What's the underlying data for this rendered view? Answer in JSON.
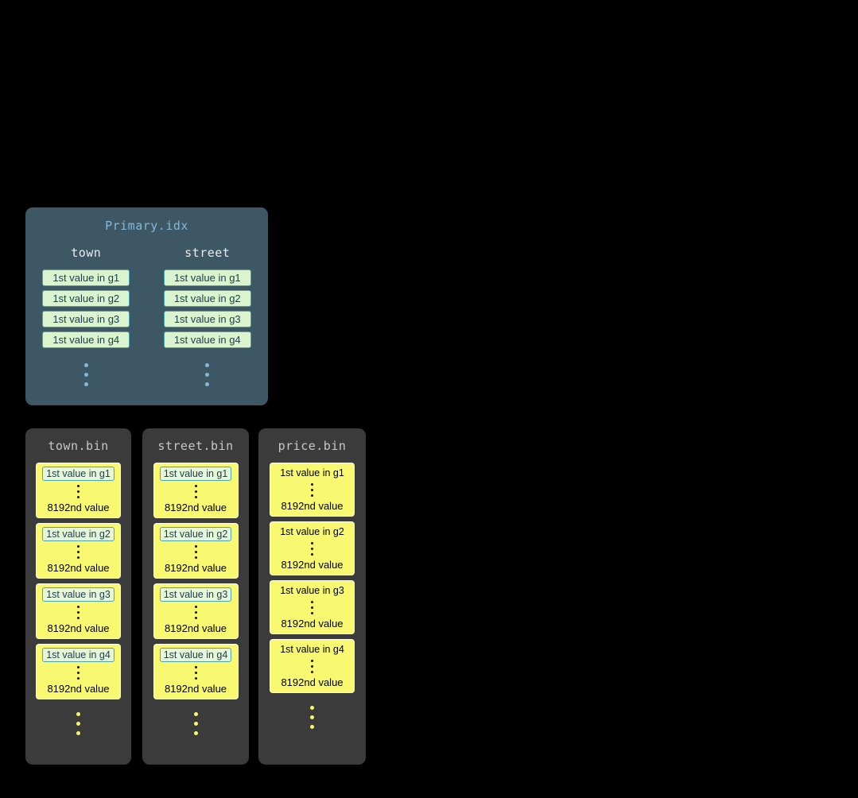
{
  "colors": {
    "background": "#000000",
    "primary_panel_bg": "#3e5765",
    "primary_title": "#85b8d8",
    "column_header": "#e8edf0",
    "green_box_bg": "#d9f4cf",
    "green_box_border": "#4aa3b0",
    "green_box_text": "#1d3b52",
    "highlight_box_bg": "#e6f7d9",
    "bin_panel_bg": "#3b3b3c",
    "bin_title": "#c8c8c8",
    "yellow_block_bg": "#f9f871",
    "primary_dots": "#85b8d8",
    "bin_dots": "#f9f871"
  },
  "primary_index": {
    "title": "Primary.idx",
    "columns": [
      {
        "name": "town",
        "entries": [
          "1st value in g1",
          "1st value in g2",
          "1st value in g3",
          "1st value in g4"
        ]
      },
      {
        "name": "street",
        "entries": [
          "1st value in g1",
          "1st value in g2",
          "1st value in g3",
          "1st value in g4"
        ]
      }
    ]
  },
  "bin_files": [
    {
      "title": "town.bin",
      "granules": [
        {
          "first": "1st value in g1",
          "last": "8192nd value"
        },
        {
          "first": "1st value in g2",
          "last": "8192nd value"
        },
        {
          "first": "1st value in g3",
          "last": "8192nd value"
        },
        {
          "first": "1st value in g4",
          "last": "8192nd value"
        }
      ]
    },
    {
      "title": "street.bin",
      "granules": [
        {
          "first": "1st value in g1",
          "last": "8192nd value"
        },
        {
          "first": "1st value in g2",
          "last": "8192nd value"
        },
        {
          "first": "1st value in g3",
          "last": "8192nd value"
        },
        {
          "first": "1st value in g4",
          "last": "8192nd value"
        }
      ]
    },
    {
      "title": "price.bin",
      "granules": [
        {
          "first": "1st value in g1",
          "last": "8192nd value"
        },
        {
          "first": "1st value in g2",
          "last": "8192nd value"
        },
        {
          "first": "1st value in g3",
          "last": "8192nd value"
        },
        {
          "first": "1st value in g4",
          "last": "8192nd value"
        }
      ]
    }
  ]
}
